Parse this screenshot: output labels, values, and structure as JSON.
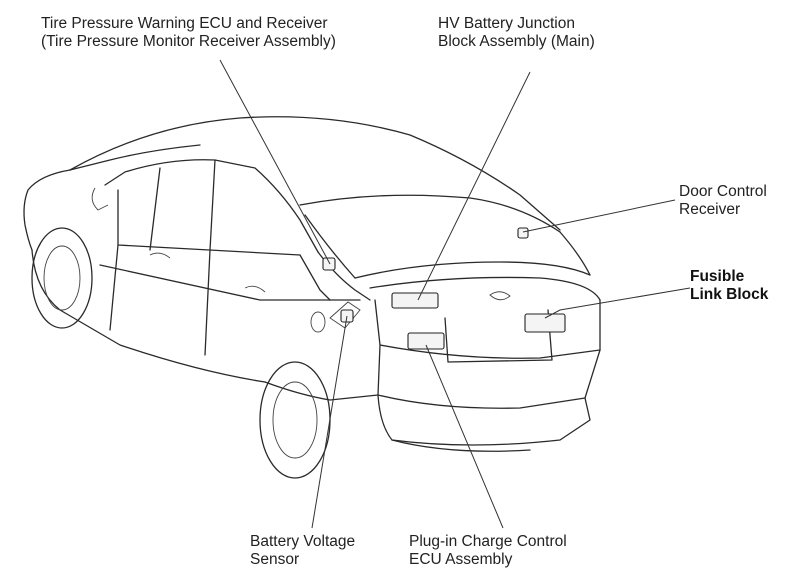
{
  "labels": {
    "tpms": {
      "line1": "Tire Pressure Warning ECU and Receiver",
      "line2": "(Tire Pressure Monitor Receiver Assembly)"
    },
    "hv_junction": {
      "line1": "HV Battery Junction",
      "line2": "Block Assembly (Main)"
    },
    "door_control": {
      "line1": "Door Control",
      "line2": "Receiver"
    },
    "fusible_link": {
      "line1": "Fusible",
      "line2": "Link Block"
    },
    "battery_voltage": {
      "line1": "Battery Voltage",
      "line2": "Sensor"
    },
    "plugin_charge": {
      "line1": "Plug-in Charge Control",
      "line2": "ECU Assembly"
    }
  }
}
